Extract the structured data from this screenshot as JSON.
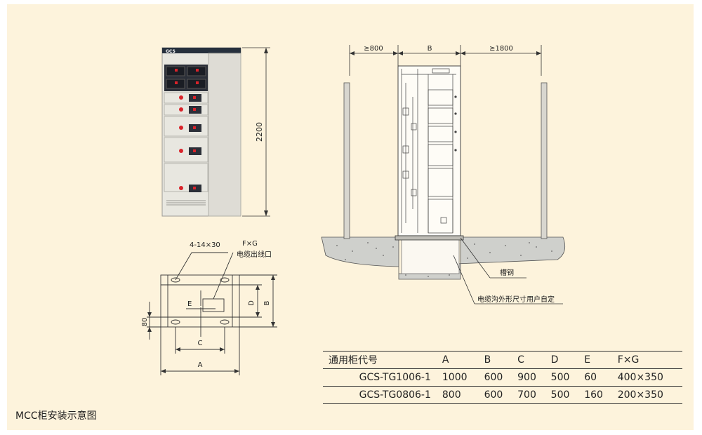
{
  "caption": "MCC柜安装示意图",
  "cabinet_photo": {
    "brand": "GCS",
    "height_dim": "2200"
  },
  "plan_view": {
    "holes_label": "4-14×30",
    "cable_outlet_size": "F×G",
    "cable_outlet_label": "电缆出线口",
    "dim_A": "A",
    "dim_B": "B",
    "dim_C": "C",
    "dim_D": "D",
    "dim_E": "E",
    "dim_80": "80"
  },
  "install_view": {
    "front_clear": "≥800",
    "width_label": "B",
    "rear_clear": "≥1800",
    "channel_steel": "槽钢",
    "trench_note": "电缆沟外形尺寸用户自定"
  },
  "spec_table": {
    "headers": [
      "通用柜代号",
      "A",
      "B",
      "C",
      "D",
      "E",
      "F×G"
    ],
    "rows": [
      [
        "GCS-TG1006-1",
        "1000",
        "600",
        "900",
        "500",
        "60",
        "400×350"
      ],
      [
        "GCS-TG0806-1",
        "800",
        "600",
        "700",
        "500",
        "160",
        "200×350"
      ]
    ]
  },
  "colors": {
    "background": "#fdf3dc",
    "line": "#333333",
    "cabinet_body": "#e7e6df",
    "indicator_red": "#d9232a"
  }
}
